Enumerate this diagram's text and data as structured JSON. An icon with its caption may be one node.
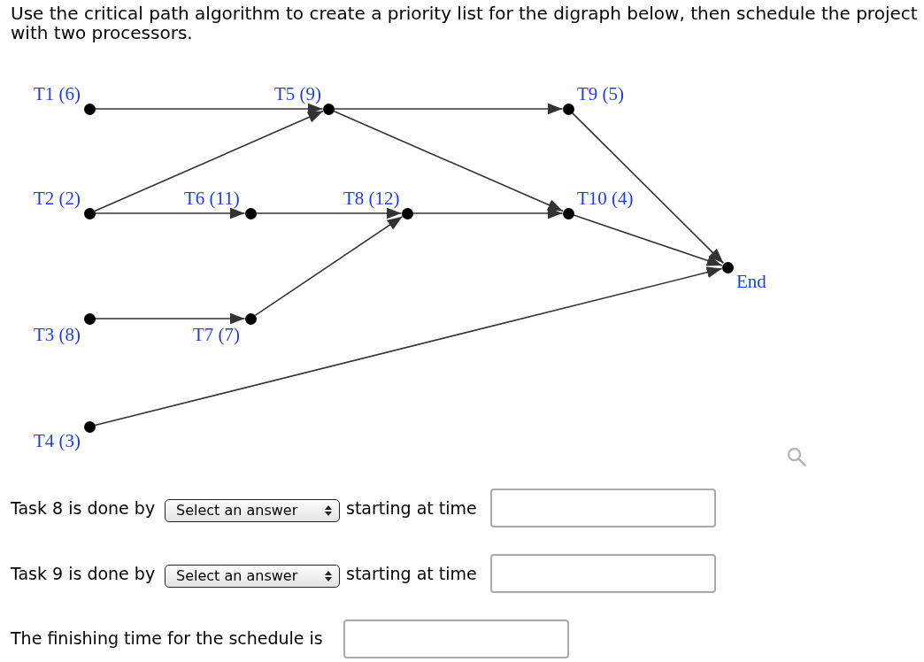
{
  "diagram": {
    "title": "Use the critical path algorithm to create a priority list for the digraph below, then schedule the project with two processors.",
    "nodes": [
      {
        "text": [],
        "shape": "circle",
        "beside": [
          "T1 (6)"
        ]
      },
      {
        "text": [],
        "shape": "circle",
        "beside": [
          "T2 (2)"
        ]
      },
      {
        "text": [],
        "shape": "circle",
        "beside": [
          "T3 (8)"
        ]
      },
      {
        "text": [],
        "shape": "circle",
        "beside": [
          "T4 (3)"
        ]
      },
      {
        "text": [],
        "shape": "circle",
        "beside": [
          "T5 (9)"
        ]
      },
      {
        "text": [],
        "shape": "circle",
        "beside": [
          "T6 (11)"
        ]
      },
      {
        "text": [],
        "shape": "circle",
        "beside": [
          "T7 (7)"
        ]
      },
      {
        "text": [],
        "shape": "circle",
        "beside": [
          "T8 (12)"
        ]
      },
      {
        "text": [],
        "shape": "circle",
        "beside": [
          "T9 (5)"
        ]
      },
      {
        "text": [],
        "shape": "circle",
        "beside": [
          "T10 (4)"
        ]
      },
      {
        "text": [],
        "shape": "circle",
        "beside": [
          "End"
        ]
      }
    ],
    "edges": [
      {
        "from": 0,
        "to": 4,
        "arrow": "to"
      },
      {
        "from": 1,
        "to": 4,
        "arrow": "to"
      },
      {
        "from": 1,
        "to": 5,
        "arrow": "to"
      },
      {
        "from": 2,
        "to": 6,
        "arrow": "to"
      },
      {
        "from": 3,
        "to": 10,
        "arrow": "to"
      },
      {
        "from": 4,
        "to": 8,
        "arrow": "to"
      },
      {
        "from": 4,
        "to": 9,
        "arrow": "to"
      },
      {
        "from": 5,
        "to": 7,
        "arrow": "to"
      },
      {
        "from": 6,
        "to": 7,
        "arrow": "to"
      },
      {
        "from": 7,
        "to": 9,
        "arrow": "to"
      },
      {
        "from": 8,
        "to": 10,
        "arrow": "to"
      },
      {
        "from": 9,
        "to": 10,
        "arrow": "to"
      }
    ],
    "labels": [
      "Task 8 is done by",
      "Select an answer",
      "starting at time",
      "Task 9 is done by",
      "Select an answer",
      "starting at time",
      "The finishing time for the schedule is"
    ]
  }
}
